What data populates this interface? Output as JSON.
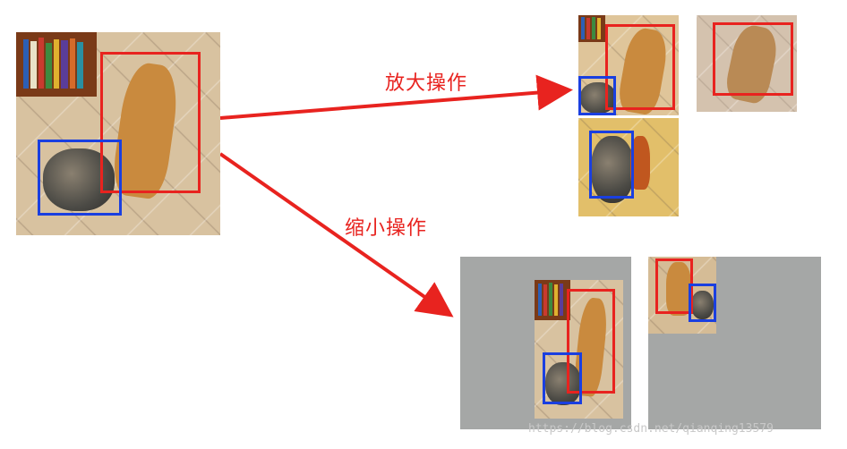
{
  "labels": {
    "zoom_in": "放大操作",
    "zoom_out": "缩小操作"
  },
  "watermark": "https://blog.csdn.net/qianqing13579",
  "colors": {
    "arrow": "#e8231f",
    "box_red": "#e8231f",
    "box_blue": "#1a3fe0",
    "canvas_gray": "#a5a7a6"
  },
  "panels": [
    {
      "name": "original",
      "boxes": [
        "dog-red",
        "cat-blue"
      ]
    },
    {
      "name": "zoom-in-1",
      "boxes": [
        "dog-red",
        "cat-blue"
      ]
    },
    {
      "name": "zoom-in-2",
      "boxes": [
        "dog-red"
      ]
    },
    {
      "name": "zoom-in-3",
      "boxes": [
        "cat-blue"
      ]
    },
    {
      "name": "zoom-out-1",
      "boxes": [
        "dog-red",
        "cat-blue"
      ]
    },
    {
      "name": "zoom-out-2",
      "boxes": [
        "dog-red",
        "cat-blue"
      ]
    }
  ]
}
